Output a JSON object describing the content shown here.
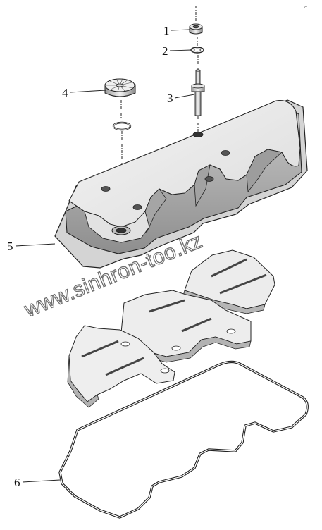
{
  "diagram": {
    "corner_mark": "⌐",
    "watermark": "www.sinhron-too.kz",
    "callouts": [
      {
        "id": "1",
        "label": "1",
        "part": "nut"
      },
      {
        "id": "2",
        "label": "2",
        "part": "washer"
      },
      {
        "id": "3",
        "label": "3",
        "part": "stud"
      },
      {
        "id": "4",
        "label": "4",
        "part": "oil-filler-cap"
      },
      {
        "id": "5",
        "label": "5",
        "part": "valve-cover"
      },
      {
        "id": "6",
        "label": "6",
        "part": "valve-cover-gasket"
      }
    ]
  }
}
